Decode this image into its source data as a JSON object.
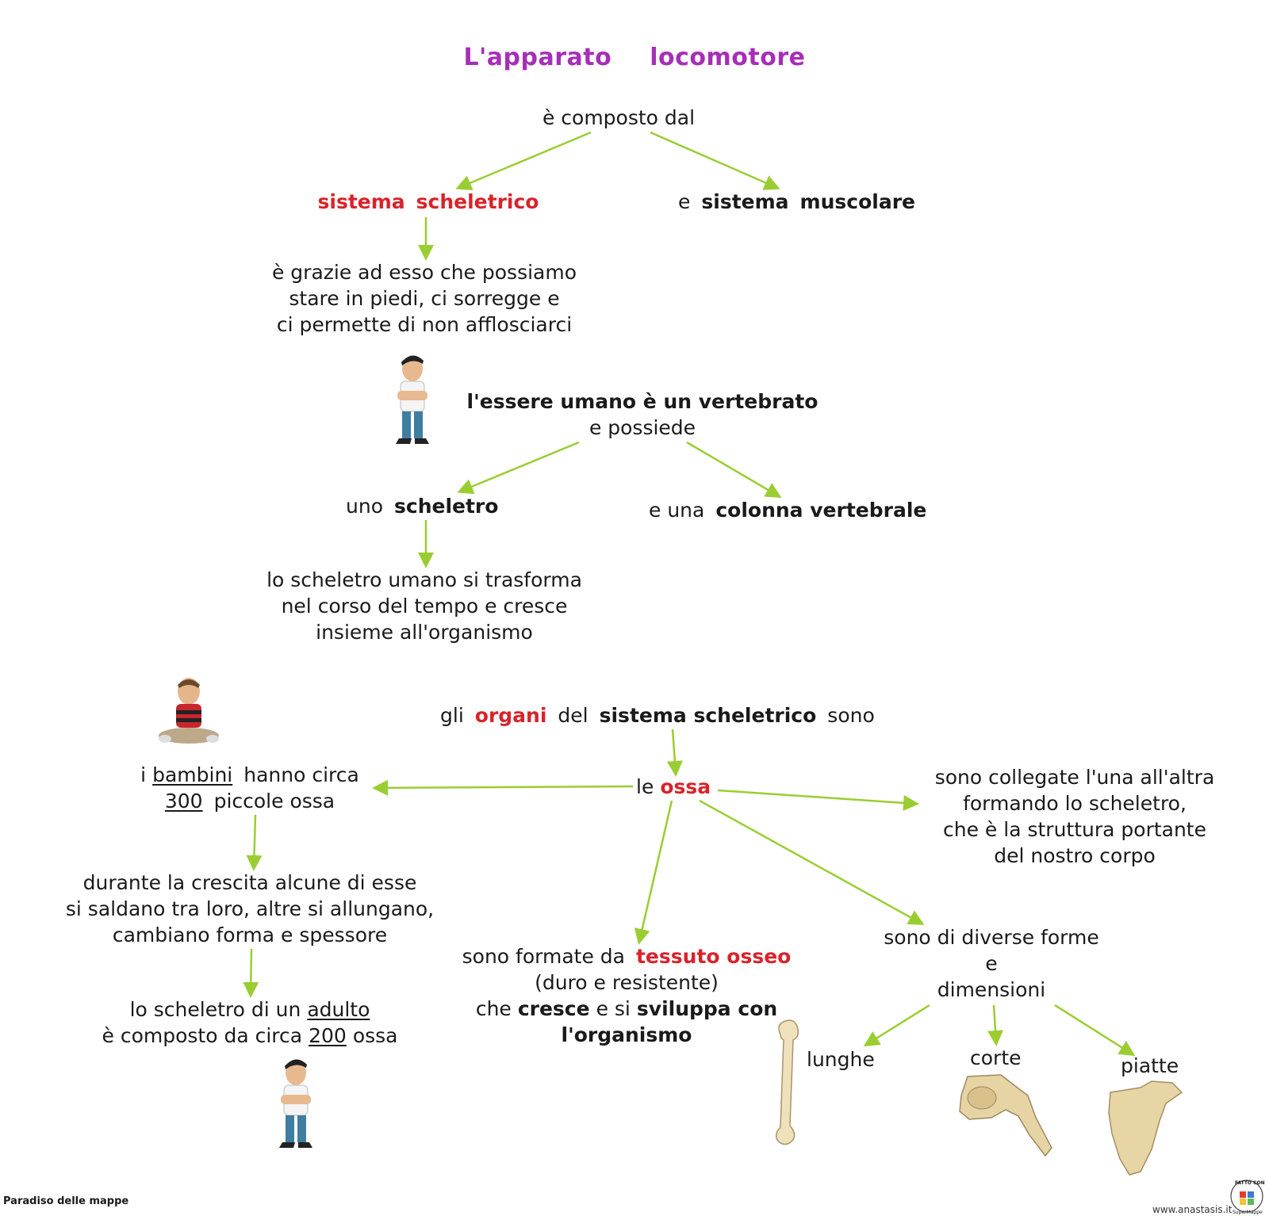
{
  "title": {
    "word1": "L'apparato",
    "word2": "locomotore"
  },
  "composto": "è composto dal",
  "sistema_scheletrico": {
    "w1": "sistema",
    "w2": "scheletrico"
  },
  "sistema_muscolare": {
    "pre": "e",
    "w1": "sistema",
    "w2": "muscolare"
  },
  "grazie": {
    "line1": "è grazie ad esso che possiamo",
    "line2": "stare in piedi, ci sorregge e",
    "line3": "ci permette di non afflosciarci"
  },
  "vertebrato": {
    "line1": "l'essere umano è un vertebrato",
    "line2": "e possiede"
  },
  "scheletro": {
    "pre": "uno",
    "word": "scheletro"
  },
  "colonna": {
    "pre": "e una",
    "word": "colonna vertebrale"
  },
  "trasforma": {
    "line1": "lo scheletro umano si trasforma",
    "line2": "nel corso del tempo e cresce",
    "line3": "insieme all'organismo"
  },
  "organi": {
    "pre": "gli",
    "red": "organi",
    "mid": "del",
    "bold": "sistema scheletrico",
    "post": "sono"
  },
  "ossa": {
    "pre": "le",
    "red": "ossa"
  },
  "bambini": {
    "pre": "i",
    "u1": "bambini",
    "mid": "hanno circa",
    "u2": "300",
    "post": "piccole ossa"
  },
  "crescita": {
    "line1": "durante la crescita alcune di esse",
    "line2": "si saldano tra loro, altre si allungano,",
    "line3": "cambiano forma e spessore"
  },
  "adulto": {
    "pre1": "lo scheletro di un",
    "u1": "adulto",
    "pre2": "è composto da circa",
    "u2": "200",
    "post2": "ossa"
  },
  "collegate": {
    "line1": "sono collegate l'una all'altra",
    "line2": "formando lo scheletro,",
    "line3": "che è la struttura portante",
    "line4": "del nostro corpo"
  },
  "tessuto": {
    "pre": "sono formate da",
    "red": "tessuto osseo",
    "line2": "(duro e resistente)",
    "line3_pre": "che",
    "line3_b1": "cresce",
    "line3_mid": "e si",
    "line3_b2": "sviluppa con",
    "line4": "l'organismo"
  },
  "forme": {
    "line1": "sono di diverse forme",
    "line2": "e",
    "line3": "dimensioni"
  },
  "shapes": {
    "lunghe": "lunghe",
    "corte": "corte",
    "piatte": "piatte"
  },
  "footer": {
    "left": "Paradiso delle mappe",
    "right": "www.anastasis.it",
    "badge_top": "FATTO CON",
    "badge_bottom": "SuperMappe"
  },
  "colors": {
    "title": "#a62fb7",
    "accent_red": "#d9232a",
    "arrow": "#9acd32",
    "text": "#1a1a1a"
  }
}
